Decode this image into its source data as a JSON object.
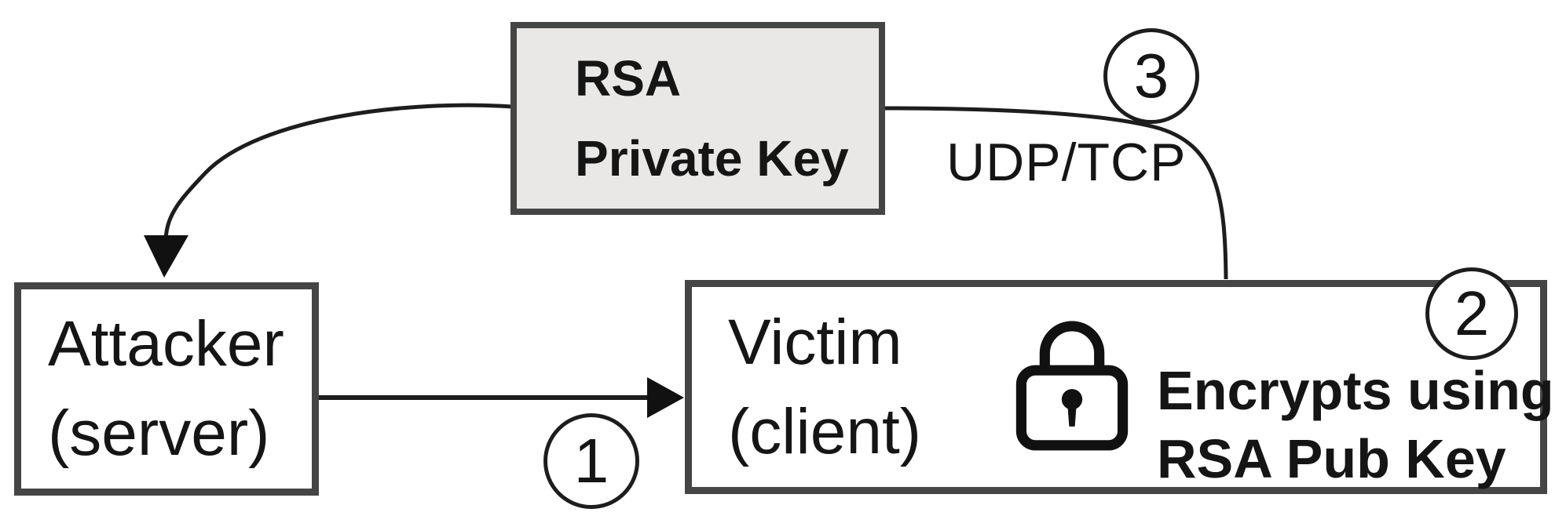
{
  "diagram": {
    "rsa_box": {
      "line1": "RSA",
      "line2": "Private Key"
    },
    "attacker_box": {
      "line1": "Attacker",
      "line2": "(server)"
    },
    "victim_box": {
      "line1": "Victim",
      "line2": "(client)"
    },
    "victim_note": {
      "line1": "Encrypts using",
      "line2": "RSA Pub Key"
    },
    "protocol_label": "UDP/TCP",
    "steps": {
      "step1": "1",
      "step2": "2",
      "step3": "3"
    },
    "icons": {
      "lock": "padlock-icon"
    },
    "colors": {
      "background": "#ffffff",
      "box_border": "#454545",
      "rsa_box_fill": "#e9e8e6",
      "node_fill": "#ffffff",
      "line_color": "#1d1d1d",
      "text_color": "#151515"
    }
  }
}
